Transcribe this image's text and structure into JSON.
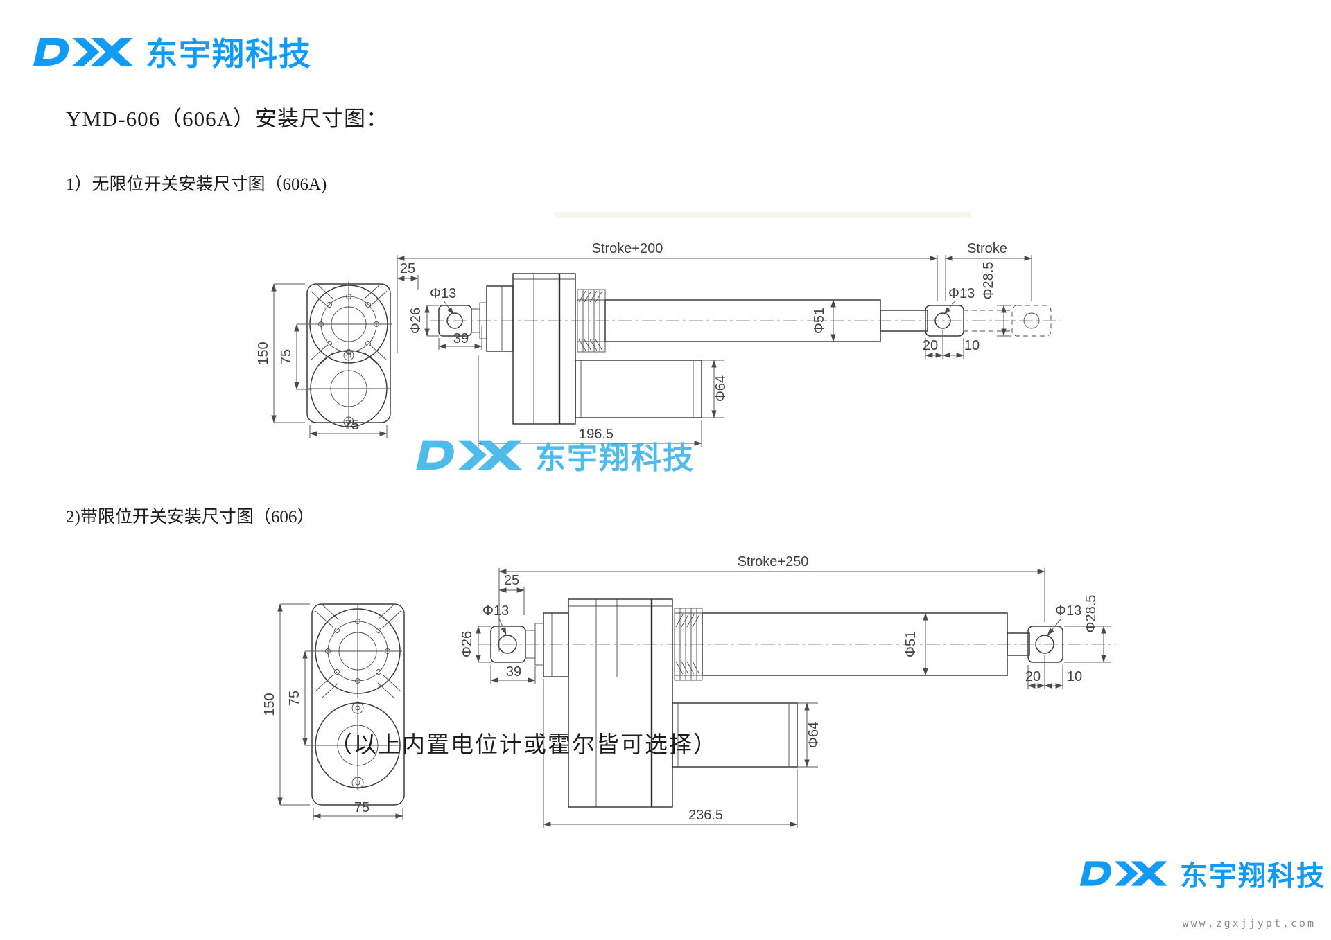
{
  "brand": {
    "company": "东宇翔科技",
    "logo_color": "#129BF4",
    "watermark_color": "#4FBBEB"
  },
  "header": {
    "title": "YMD-606（606A）安装尺寸图："
  },
  "sections": {
    "section1": "1）无限位开关安装尺寸图（606A)",
    "section2": "2)带限位开关安装尺寸图（606）"
  },
  "footer": {
    "note": "（以上内置电位计或霍尔皆可选择）",
    "website": "www.zgxjjypt.com"
  },
  "drawing1": {
    "stroke_total": "Stroke+200",
    "stroke": "Stroke",
    "dim_25": "25",
    "dim_phi13_front": "Φ13",
    "dim_phi26": "Φ26",
    "dim_39": "39",
    "dim_phi51": "Φ51",
    "dim_phi13_rear": "Φ13",
    "dim_phi28_5": "Φ28.5",
    "dim_20": "20",
    "dim_10": "10",
    "dim_196_5": "196.5",
    "dim_phi64": "Φ64",
    "dim_150": "150",
    "dim_75_holes": "75",
    "dim_75_width": "75"
  },
  "drawing2": {
    "stroke_total": "Stroke+250",
    "dim_25": "25",
    "dim_phi13_front": "Φ13",
    "dim_phi26": "Φ26",
    "dim_39": "39",
    "dim_phi51": "Φ51",
    "dim_phi13_rear": "Φ13",
    "dim_phi28_5": "Φ28.5",
    "dim_20": "20",
    "dim_10": "10",
    "dim_236_5": "236.5",
    "dim_phi64": "Φ64",
    "dim_150": "150",
    "dim_75_holes": "75",
    "dim_75_width": "75"
  }
}
